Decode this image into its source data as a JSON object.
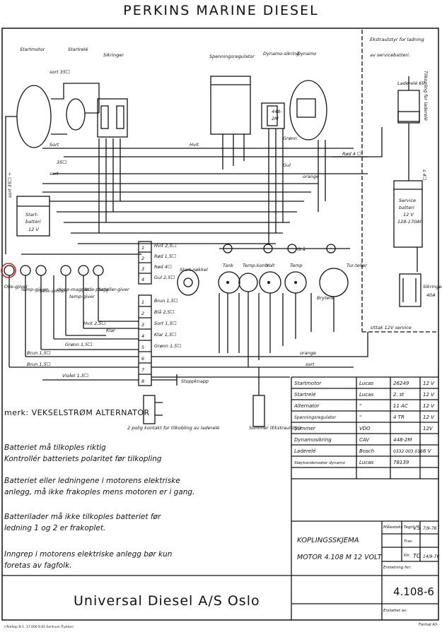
{
  "title": "PERKINS MARINE DIESEL",
  "extra_box": {
    "line1": "Ekstrautstyr for ladning",
    "line2": "av servicebatteri.",
    "ladereie": "Laderelé 6V",
    "tilkobling": "Tilkopling for laderelé",
    "service_battery": [
      "Service",
      "batteri",
      "12 V",
      "128-170Ah"
    ],
    "fuses": [
      "Sikringer",
      "40A"
    ],
    "outlet": "Uttak 12V service",
    "kabel": "Rød 4 ☐",
    "s4": "s 4☐"
  },
  "components_top": {
    "startmotor": "Startmotor",
    "startrele": "Startrelé",
    "sikringer": "Sikringer",
    "spenningsregulator": "Spenningsregulator",
    "dynamosikring": "Dynamo-sikring",
    "dynamo": "Dynamo",
    "dynamosikring_value": [
      "448-",
      "2M"
    ],
    "battery": [
      "Start-",
      "batteri",
      "12 V"
    ],
    "sort35": "sort 35☐",
    "sort": "Sort",
    "hvit": "Hvit",
    "gul": "Gul",
    "gronn": "Grønn",
    "orange": "orange",
    "r35": "35☐",
    "sort2": "sort",
    "sort_ytre": "sort 35☐ ÷"
  },
  "instruments": {
    "lamps_label": "Grå",
    "tank": "Tank",
    "temp_kontr": "Temp.kontr.",
    "volt": "Volt",
    "temp": "Temp",
    "turteller": "Tur-teller",
    "brytere": "Brytere"
  },
  "sensors": [
    "Olje-gjiver",
    "temp-gjiver",
    "tank-omfor",
    "stopp-magnet",
    "temp-giver",
    "gløde-plugg",
    "turteller-giver"
  ],
  "terminal_top": [
    {
      "num": "1",
      "wire": "Hvit 2,5☐"
    },
    {
      "num": "2",
      "wire": "Rød 1,5☐"
    },
    {
      "num": "3",
      "wire": "Rød 4☐"
    },
    {
      "num": "4",
      "wire": "Gul 2,5☐"
    }
  ],
  "terminal_bottom": [
    {
      "num": "1",
      "wire": "Brun 1,5☐"
    },
    {
      "num": "2",
      "wire": "Blå 2,5☐"
    },
    {
      "num": "3",
      "wire": "Sort 1,5☐"
    },
    {
      "num": "4",
      "wire": "Klar 1,5☐"
    },
    {
      "num": "5",
      "wire": "Grønn 1,5☐"
    },
    {
      "num": "6",
      "wire": ""
    },
    {
      "num": "7",
      "wire": ""
    },
    {
      "num": "8",
      "wire": ""
    }
  ],
  "wire_labels": {
    "hvit25": "Hvit 2,5☐",
    "gronn15": "Grønn 1,5☐",
    "klar": "Klar",
    "brun15a": "Brun 1,5☐",
    "brun15b": "Brun 1,5☐",
    "violet": "Violet 1,5☐",
    "stoppknapp": "Stoppknapp",
    "start_ball": "Start-nøkkel",
    "orange": "orange",
    "sort": "sort"
  },
  "contact_label": "2 polig kontakt for tilkobling av laderelé",
  "summer_label": "Summer (Ekstrautstyr)",
  "merk": "merk:   VEKSELSTRØM ALTERNATOR",
  "notes": [
    [
      "Batteriet må tilkoples riktig",
      "Kontrollér batteriets polaritet før tilkopling"
    ],
    [
      "Batteriet eller ledningene i motorens elektriske",
      "anlegg, må ikke frakoples mens motoren er i gang."
    ],
    [
      "Batterilader må ikke tilkoples batteriet før",
      "ledning 1 og 2 er frakoplet."
    ],
    [
      "Inngrep i motorens elektriske anlegg bør kun",
      "foretas av fagfolk."
    ]
  ],
  "parts_table": [
    {
      "name": "Startmotor",
      "maker": "Lucas",
      "part": "26249",
      "volt": "12 V"
    },
    {
      "name": "Startrelé",
      "maker": "Lucas",
      "part": "2. st",
      "volt": "12 V"
    },
    {
      "name": "Alternator",
      "maker": "\"",
      "part": "11 AC",
      "volt": "12 V"
    },
    {
      "name": "Spenningsregulator",
      "maker": "\"",
      "part": "4 TR",
      "volt": "12 V"
    },
    {
      "name": "Summer",
      "maker": "VDO",
      "part": "",
      "volt": "12V"
    },
    {
      "name": "Dynamosikring",
      "maker": "CAV",
      "part": "448-2M",
      "volt": ""
    },
    {
      "name": "Laderelé",
      "maker": "Bosch",
      "part": "0332 003 016",
      "volt": "6 V"
    },
    {
      "name": "Støykondensator dynamo",
      "maker": "Lucas",
      "part": "78139",
      "volt": ""
    }
  ],
  "title_block": {
    "drawing_title": "KOPLINGSSKJEMA",
    "motor": "MOTOR  4.108 M  12 VOLT",
    "malestokk": "Målestokk",
    "tegn": "Tegn.",
    "tegn_val": "VS",
    "tegn_date": "7/9-76",
    "trac": "Trac.",
    "ktr": "Ktr.",
    "ktr_val": "TG",
    "ktr_date": "14/9-76",
    "erstatning_for": "Erstatning for:",
    "drawing_no": "4.108-6",
    "erstattet_av": "Erstattet av:",
    "format": "Format A3"
  },
  "company": "Universal  Diesel  A/S  Oslo",
  "footer_print": "nTenhop  N 1. 17.000  9.65  Sentrum Trykkeri"
}
